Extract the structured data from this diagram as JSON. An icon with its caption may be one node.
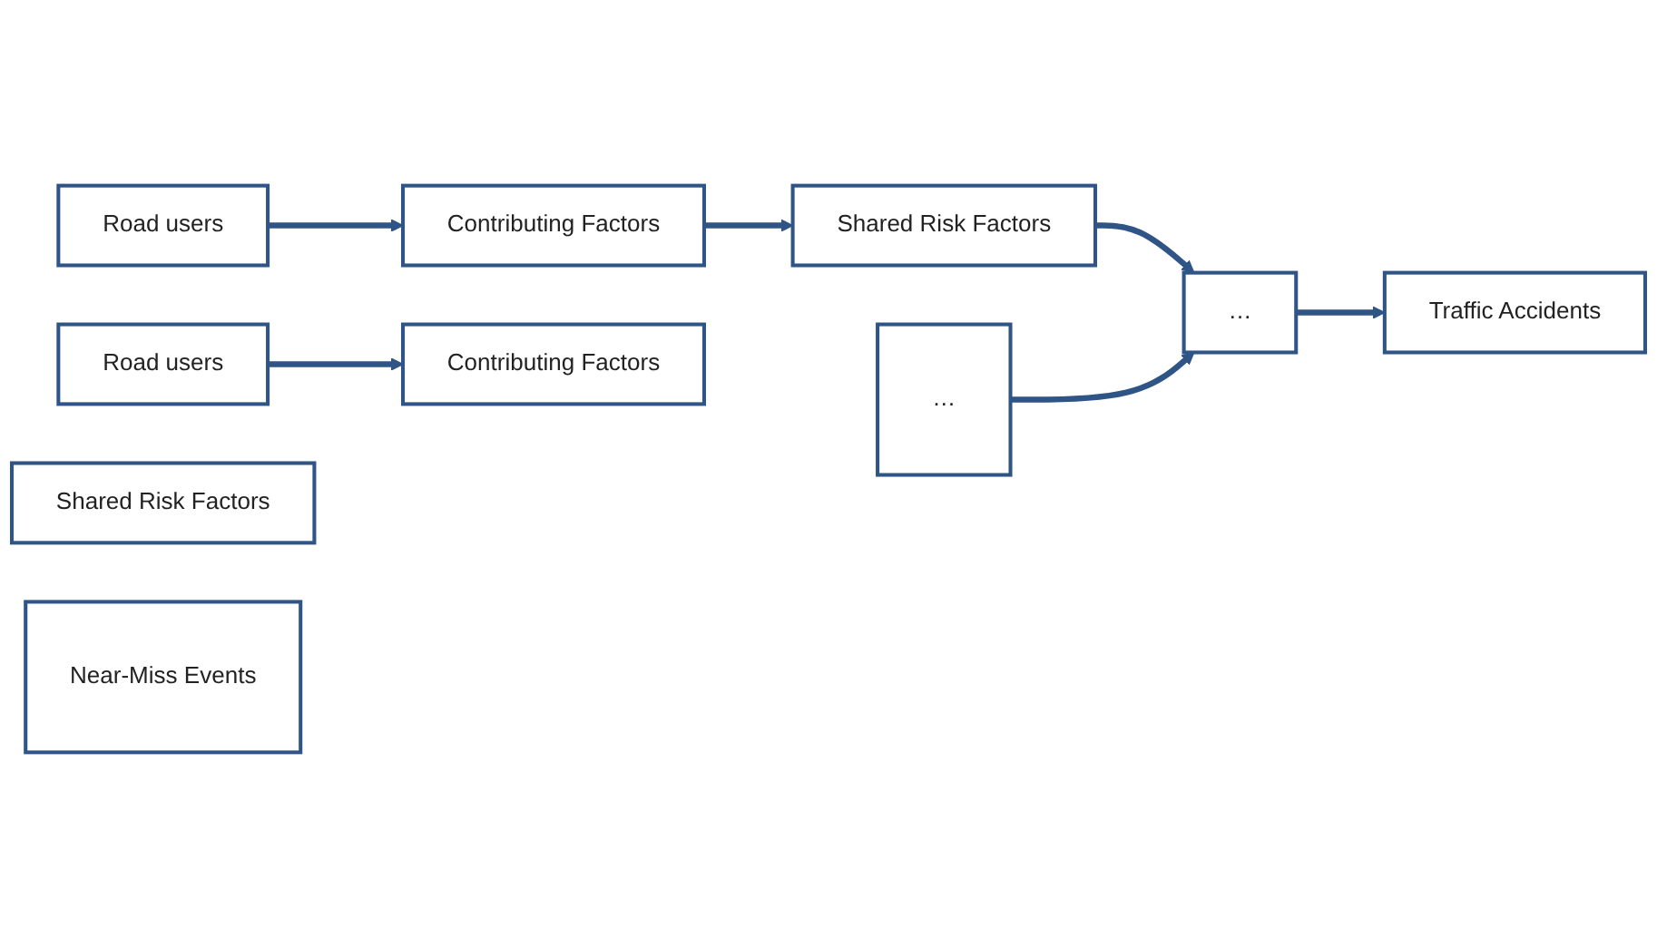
{
  "diagram": {
    "nodes": [
      {
        "text": [
          "Road users"
        ]
      },
      {
        "text": [
          "Contributing Factors"
        ]
      },
      {
        "text": [
          "Shared Risk Factors"
        ]
      },
      {
        "text": [
          "…"
        ]
      },
      {
        "text": [
          "Traffic Accidents"
        ]
      },
      {
        "text": [
          "…"
        ]
      },
      {
        "text": [
          "Road users"
        ]
      },
      {
        "text": [
          "Contributing Factors"
        ]
      },
      {
        "text": [
          "Shared Risk Factors"
        ]
      },
      {
        "text": [
          "Near-Miss Events"
        ]
      }
    ],
    "edges": [
      {
        "from": 0,
        "to": 1,
        "arrow": "to"
      },
      {
        "from": 1,
        "to": 2,
        "arrow": "to"
      },
      {
        "from": 2,
        "to": 3,
        "arrow": "to"
      },
      {
        "from": 3,
        "to": 4,
        "arrow": "to"
      },
      {
        "from": 5,
        "to": 3,
        "arrow": "to"
      },
      {
        "from": 6,
        "to": 7,
        "arrow": "to"
      }
    ]
  }
}
